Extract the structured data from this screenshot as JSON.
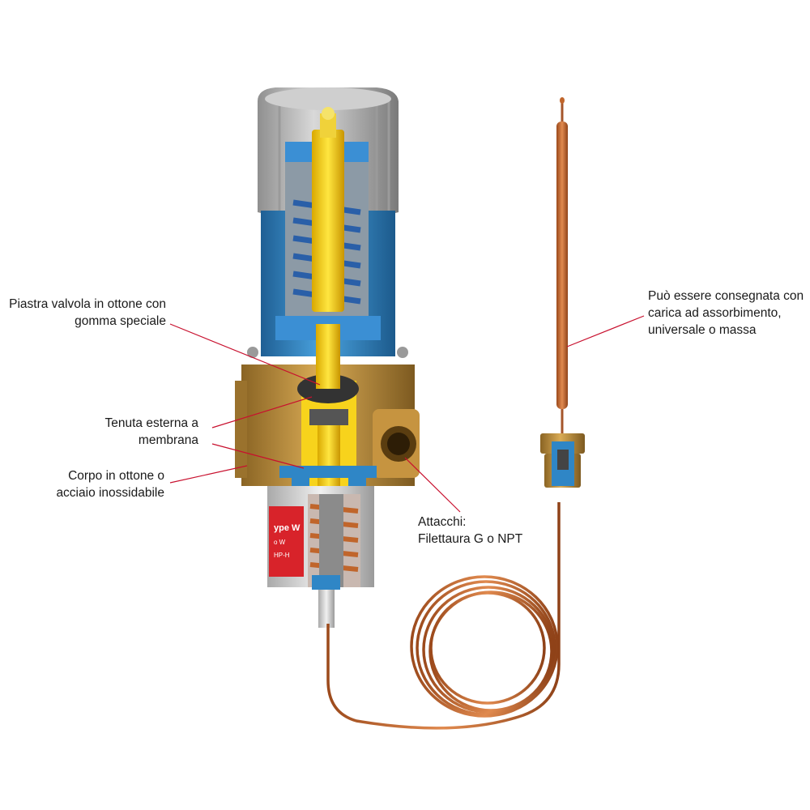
{
  "labels": {
    "valve_plate": [
      "Piastra valvola in ottone con",
      "gomma speciale"
    ],
    "external_seal": [
      "Tenuta esterna a",
      "membrana"
    ],
    "body": [
      "Corpo in ottone o",
      "acciaio inossidabile"
    ],
    "connections": [
      "Attacchi:",
      "Filettaura G o NPT"
    ],
    "charge": [
      "Può essere consegnata con",
      "carica ad assorbimento,",
      "universale o massa"
    ]
  },
  "product_label_text": [
    "ype W",
    "o W",
    "HP-H"
  ],
  "colors": {
    "leader_line": "#c8102e",
    "brass": "#b8893a",
    "blue": "#2f86c6",
    "yellow": "#f5d21a",
    "grey_knob": "#bdbdbd",
    "copper": "#c0652b",
    "red_label": "#d8232a"
  }
}
